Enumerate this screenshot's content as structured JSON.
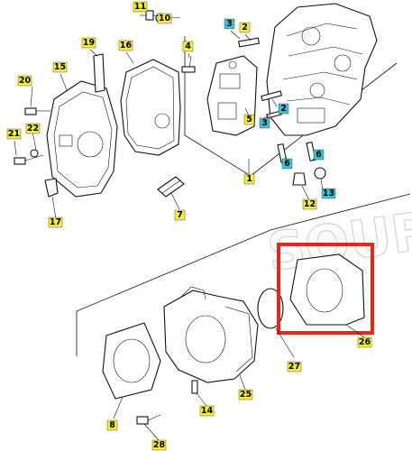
{
  "diagram": {
    "callouts": [
      {
        "id": "11",
        "color": "#f6ef3a"
      },
      {
        "id": "10",
        "color": "#f6ef3a"
      },
      {
        "id": "3a",
        "label": "3",
        "color": "#36c6d8"
      },
      {
        "id": "2a",
        "label": "2",
        "color": "#f6ef3a"
      },
      {
        "id": "19",
        "color": "#f6ef3a"
      },
      {
        "id": "16",
        "color": "#f6ef3a"
      },
      {
        "id": "4",
        "color": "#f6ef3a"
      },
      {
        "id": "15",
        "color": "#f6ef3a"
      },
      {
        "id": "20",
        "color": "#f6ef3a"
      },
      {
        "id": "2b",
        "label": "2",
        "color": "#36c6d8"
      },
      {
        "id": "5",
        "color": "#f6ef3a"
      },
      {
        "id": "3b",
        "label": "3",
        "color": "#36c6d8"
      },
      {
        "id": "21",
        "color": "#f6ef3a"
      },
      {
        "id": "22",
        "color": "#f6ef3a"
      },
      {
        "id": "6a",
        "label": "6",
        "color": "#36c6d8"
      },
      {
        "id": "6b",
        "label": "6",
        "color": "#36c6d8"
      },
      {
        "id": "1",
        "color": "#f6ef3a"
      },
      {
        "id": "13",
        "color": "#36c6d8"
      },
      {
        "id": "12",
        "color": "#f6ef3a"
      },
      {
        "id": "17",
        "color": "#f6ef3a"
      },
      {
        "id": "7",
        "color": "#f6ef3a"
      },
      {
        "id": "26",
        "color": "#f6ef3a"
      },
      {
        "id": "27",
        "color": "#f6ef3a"
      },
      {
        "id": "25",
        "color": "#f6ef3a"
      },
      {
        "id": "8",
        "color": "#f6ef3a"
      },
      {
        "id": "14",
        "color": "#f6ef3a"
      },
      {
        "id": "28",
        "color": "#f6ef3a"
      }
    ],
    "highlight_color": "#e8261c",
    "watermark_text": "SOUR"
  }
}
